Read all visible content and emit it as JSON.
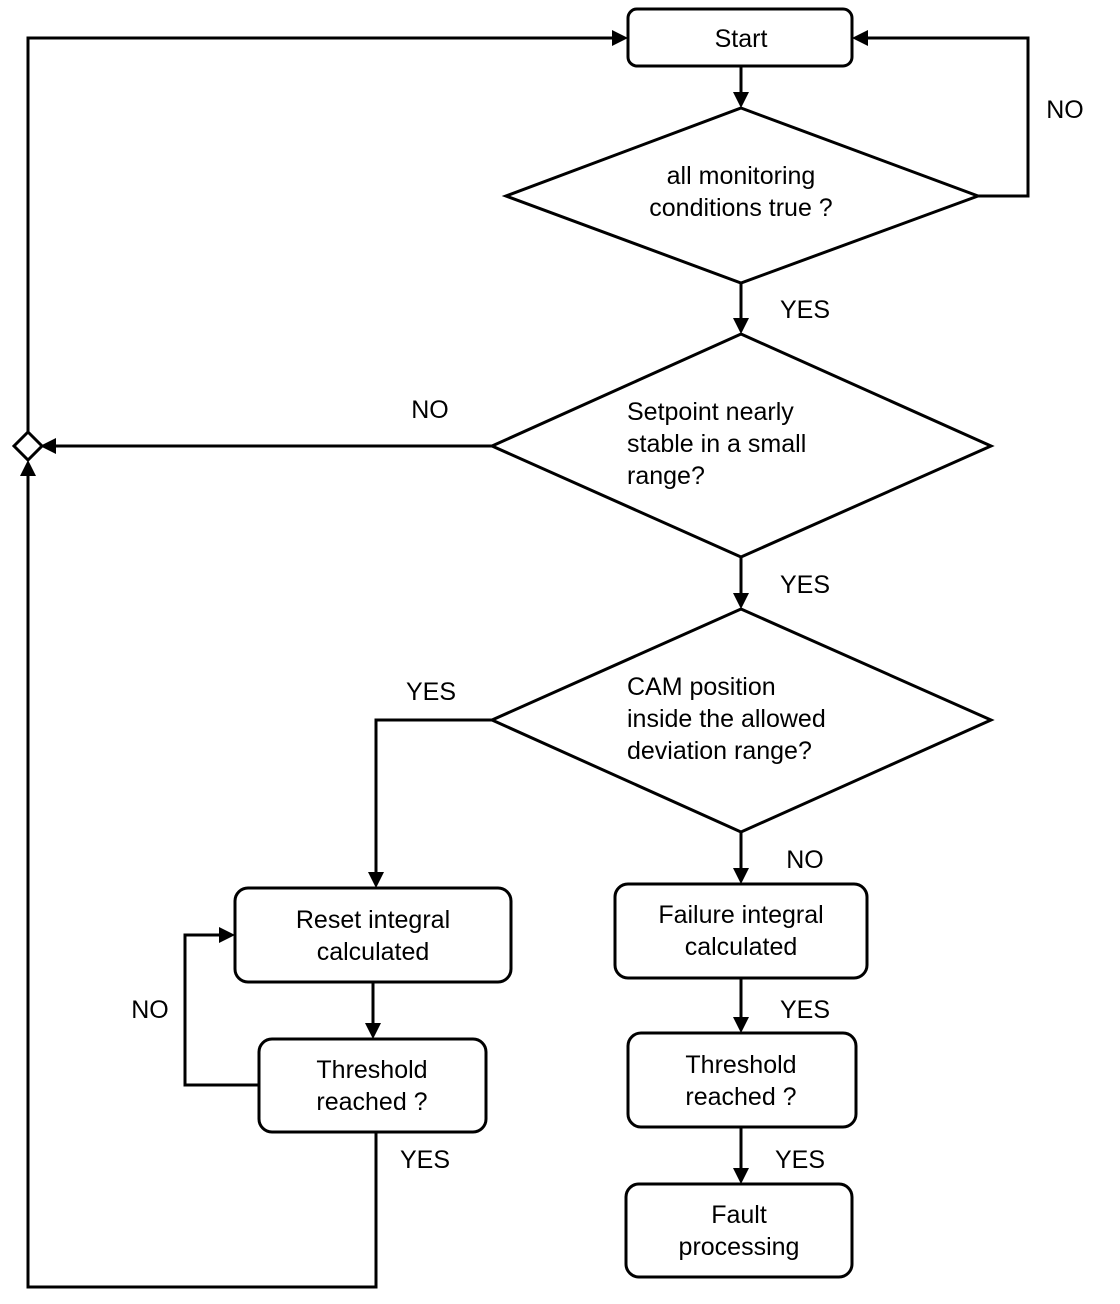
{
  "nodes": {
    "start": {
      "label": "Start"
    },
    "monitoring": {
      "lines": [
        "all monitoring",
        "conditions true ?"
      ]
    },
    "setpoint": {
      "lines": [
        "Setpoint nearly",
        "stable in a small",
        "range?"
      ]
    },
    "cam": {
      "lines": [
        "CAM position",
        "inside the allowed",
        "deviation range?"
      ]
    },
    "reset": {
      "lines": [
        "Reset integral",
        "calculated"
      ]
    },
    "threshold_left": {
      "lines": [
        "Threshold",
        "reached ?"
      ]
    },
    "failure": {
      "lines": [
        "Failure integral",
        "calculated"
      ]
    },
    "threshold_right": {
      "lines": [
        "Threshold",
        "reached ?"
      ]
    },
    "fault": {
      "lines": [
        "Fault",
        "processing"
      ]
    }
  },
  "edge_labels": {
    "monitoring_no": "NO",
    "monitoring_yes": "YES",
    "setpoint_no": "NO",
    "setpoint_yes": "YES",
    "cam_yes": "YES",
    "cam_no": "NO",
    "threshold_left_no": "NO",
    "threshold_left_yes": "YES",
    "failure_to_threshold": "YES",
    "threshold_right_yes": "YES"
  }
}
